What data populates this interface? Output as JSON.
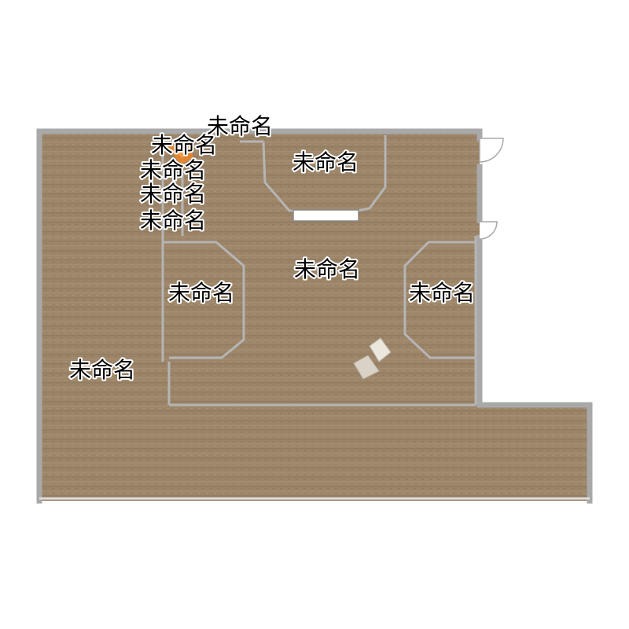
{
  "floor_plan": {
    "colors": {
      "floor": "#9c8569",
      "wall": "#a9a9a9",
      "background": "#ffffff",
      "label": "#000000",
      "accent": "#e8862c"
    },
    "room_labels": [
      {
        "id": "top",
        "text": "未命名"
      },
      {
        "id": "small-1",
        "text": "未命名"
      },
      {
        "id": "small-2",
        "text": "未命名"
      },
      {
        "id": "small-3",
        "text": "未命名"
      },
      {
        "id": "small-4",
        "text": "未命名"
      },
      {
        "id": "bay-top",
        "text": "未命名"
      },
      {
        "id": "center",
        "text": "未命名"
      },
      {
        "id": "bay-left",
        "text": "未命名"
      },
      {
        "id": "bay-right",
        "text": "未命名"
      },
      {
        "id": "west",
        "text": "未命名"
      }
    ]
  }
}
